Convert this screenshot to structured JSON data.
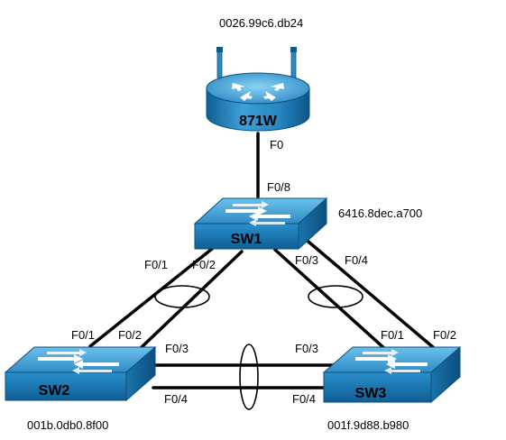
{
  "router": {
    "name": "871W",
    "mac": "0026.99c6.db24"
  },
  "sw1": {
    "name": "SW1",
    "mac": "6416.8dec.a700"
  },
  "sw2": {
    "name": "SW2",
    "mac": "001b.0db0.8f00"
  },
  "sw3": {
    "name": "SW3",
    "mac": "001f.9d88.b980"
  },
  "ports": {
    "router_f0": "F0",
    "sw1_f08": "F0/8",
    "sw1_f01": "F0/1",
    "sw1_f02": "F0/2",
    "sw1_f03": "F0/3",
    "sw1_f04": "F0/4",
    "sw2_f01": "F0/1",
    "sw2_f02": "F0/2",
    "sw2_f03": "F0/3",
    "sw2_f04": "F0/4",
    "sw3_f01": "F0/1",
    "sw3_f02": "F0/2",
    "sw3_f03": "F0/3",
    "sw3_f04": "F0/4"
  },
  "colors": {
    "device_top": "#4fa6d6",
    "device_side": "#1d7cb6",
    "device_dark": "#0b5a8a"
  },
  "icons": {
    "router": "router-icon",
    "switch": "switch-icon"
  }
}
